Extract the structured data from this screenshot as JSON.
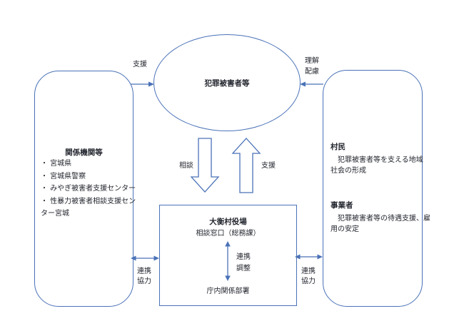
{
  "colors": {
    "line": "#4a72b8",
    "text": "#23262e"
  },
  "ellipse": {
    "label": "犯罪被害者等"
  },
  "left_box": {
    "title": "関係機関等",
    "lines": [
      "・ 宮城県",
      "・ 宮城県警察",
      "・ みやぎ被害者支援センター",
      "・ 性暴力被害者相談支援セン",
      "ター宮城"
    ]
  },
  "right_box": {
    "villagers": {
      "title": "村民",
      "lines": [
        "　犯罪被害者等を支える地域",
        "社会の形成"
      ]
    },
    "business": {
      "title": "事業者",
      "lines": [
        "　犯罪被害者等の待遇支援、雇",
        "用の安定"
      ]
    }
  },
  "center_box": {
    "title": "大衡村役場",
    "subtitle": "相談窓口（総務課）",
    "link_labels": [
      "連携",
      "調整"
    ],
    "departments": "庁内関係部署"
  },
  "edge_labels": {
    "support_left": "支援",
    "understanding": "理解",
    "consideration": "配慮",
    "consult": "相談",
    "support_up": "支援",
    "coop_left": [
      "連携",
      "協力"
    ],
    "coop_right": [
      "連携",
      "協力"
    ]
  }
}
